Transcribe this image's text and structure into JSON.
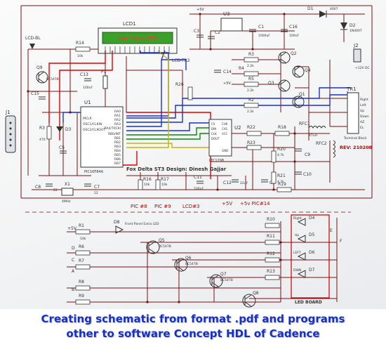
{
  "colors": {
    "wire": "#7a1010",
    "component": "#333333",
    "red_trace": "#e00000",
    "blue_trace": "#1a2fd0",
    "green_trace": "#0a8a0a",
    "yellow_trace": "#c8b400",
    "lcd_screen": "#3ba02c",
    "lcd_text": "#ff3030",
    "caption": "#1530c8"
  },
  "labels": {
    "lcd_bl": "LCD-BL",
    "lcd1": "LCD1",
    "lcd_text": "Fox Delta ST3",
    "lcd_tr2": "LCD-TR2",
    "u1": "U1",
    "u1_part": "PIC16F84A",
    "u2": "U2",
    "u2_part": "LTC1298",
    "u3": "U3",
    "d1": "D1",
    "d1_part": "4007",
    "d2": "D2",
    "d2_part": "1N4007",
    "tr1": "TR1",
    "tr1_block": "Terminal Block",
    "j1": "J1",
    "j2": "J2",
    "plus5v": "+5V",
    "dc12": "+12V DC",
    "design": "Fox Delta ST3  Design: Dinesh Gajjar",
    "rev": "REV: 210208",
    "pic8": "PIC #8",
    "pic9": "PIC #9",
    "lcd3": "LCD#3",
    "plus5v_pic14": "+5v PIC#14",
    "led_board": "LED BOARD",
    "front_panel": "Front Panel Extra LED",
    "r1": "R1",
    "r2": "R2",
    "r3": "R3",
    "r4": "R4",
    "r5": "R5",
    "r6": "R6",
    "r7": "R7",
    "r8": "R8",
    "r9": "R9",
    "r10": "R10",
    "r11": "R11",
    "r12": "R12",
    "r13": "R13",
    "r14": "R14",
    "r16": "R16",
    "r17": "R17",
    "r18": "R18",
    "r19": "R19",
    "r20": "R20",
    "r21": "R21",
    "r22": "R22",
    "r23": "R23",
    "r26": "R26",
    "c1": "C1",
    "c2": "C2",
    "c3": "C3",
    "c5": "C5",
    "c6": "C6",
    "c7": "C7",
    "c8": "C8",
    "c9": "C9",
    "c10": "C10",
    "c11": "C11",
    "c12": "C12",
    "c13": "C13",
    "c14": "C14",
    "c15": "C15",
    "c16": "C16",
    "q1": "Q1",
    "q2": "Q2",
    "q3": "Q3",
    "q4": "Q4",
    "q5": "Q5",
    "q6": "Q6",
    "q7": "Q7",
    "q8": "Q8",
    "q9": "Q9",
    "d3": "D3",
    "d4": "D4",
    "d5": "D5",
    "d6": "D6",
    "d7": "D7",
    "d8": "D8",
    "x1": "X1",
    "rfc1": "RFC1",
    "rfc2": "RFC2",
    "p1": "P1",
    "right": "Right",
    "up": "Up",
    "left": "LEFT",
    "down": "DWN",
    "net_d": "D",
    "net_c": "C",
    "net_a": "A",
    "net_b": "B",
    "net_e": "E",
    "net_f": "F",
    "bc547b": "BC547B",
    "val_10k": "10k",
    "val_22k": "2.2k",
    "val_47k": "4.7k",
    "val_470": "470",
    "val_100nf": "100nF",
    "val_22": "22",
    "val_4mhz": "4MHz",
    "val_47uh": "47uH",
    "val_1000uf": "1000uF",
    "val_22uf": "22uF",
    "u1_pins_left": [
      "MCLR",
      "OSC1/CLKIN",
      "OSC2/CLKOUT"
    ],
    "u1_pins_right": [
      "RA0",
      "RA1",
      "RA2",
      "RA3",
      "RA4/T0CKI",
      "RB0/INT",
      "RB1",
      "RB2",
      "RB3",
      "RB4",
      "RB5",
      "RB6",
      "RB7"
    ],
    "u2_pins": [
      "CS",
      "DIN",
      "CLK",
      "DOUT",
      "CH0",
      "CH1",
      "VCC",
      "GND"
    ],
    "tr1_pins": [
      "Right",
      "Left",
      "Up",
      "Down",
      "AZ",
      "EL"
    ]
  },
  "caption": {
    "line1": "Creating schematic from format .pdf and programs",
    "line2": "other to software Concept HDL of Cadence"
  }
}
